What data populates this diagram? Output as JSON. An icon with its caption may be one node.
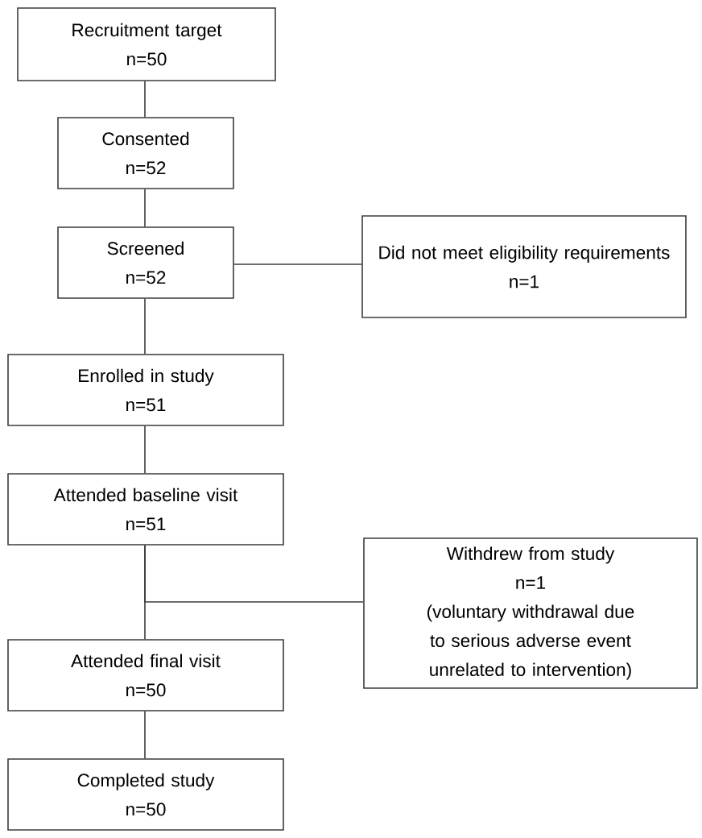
{
  "diagram": {
    "nodes": [
      {
        "text": [
          "Recruitment target",
          "n=50"
        ]
      },
      {
        "text": [
          "Consented",
          "n=52"
        ]
      },
      {
        "text": [
          "Screened",
          "n=52"
        ]
      },
      {
        "text": [
          "Did not meet eligibility requirements",
          "n=1"
        ]
      },
      {
        "text": [
          "Enrolled in study",
          "n=51"
        ]
      },
      {
        "text": [
          "Attended baseline visit",
          "n=51"
        ]
      },
      {
        "text": [
          "Withdrew from study",
          "n=1",
          "(voluntary withdrawal due to serious adverse event unrelated to intervention)"
        ]
      },
      {
        "text": [
          "Attended final visit",
          "n=50"
        ]
      },
      {
        "text": [
          "Completed study",
          "n=50"
        ]
      }
    ],
    "edges": [
      {
        "from": 0,
        "to": 1,
        "arrow": "none"
      },
      {
        "from": 1,
        "to": 2,
        "arrow": "none"
      },
      {
        "from": 2,
        "to": 3,
        "arrow": "none"
      },
      {
        "from": 2,
        "to": 4,
        "arrow": "none"
      },
      {
        "from": 4,
        "to": 5,
        "arrow": "none"
      },
      {
        "from": 5,
        "to": 6,
        "arrow": "none"
      },
      {
        "from": 5,
        "to": 7,
        "arrow": "none"
      },
      {
        "from": 7,
        "to": 8,
        "arrow": "none"
      }
    ]
  }
}
